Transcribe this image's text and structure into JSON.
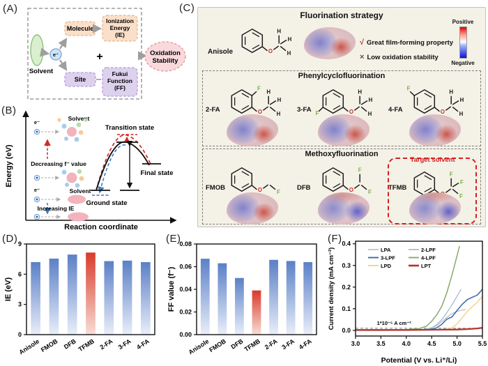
{
  "panels": {
    "A": {
      "label": "(A)",
      "solvent": "Solvent",
      "electron": "e⁻",
      "molecule": "Molecule",
      "ie_lines": [
        "Ionization",
        "Energy",
        "(IE)"
      ],
      "plus": "+",
      "site": "Site",
      "ff_lines": [
        "Fukui",
        "Function",
        "(FF)"
      ],
      "oxidation_lines": [
        "Oxidation",
        "Stability"
      ]
    },
    "B": {
      "label": "(B)",
      "ylabel": "Energy (eV)",
      "xlabel": "Reaction coordinate",
      "solvent_top": "Solvent",
      "solvent_bottom": "Solvent",
      "electron_top": "e⁻",
      "electron_bottom": "e⁻",
      "decreasing": "Decreasing f⁻ value",
      "increasing": "Increasing IE",
      "transition": "Transition state",
      "final": "Final state",
      "ground": "Ground state"
    },
    "C": {
      "label": "(C)",
      "title": "Fluorination strategy",
      "anisole_label": "Anisole",
      "check": "√",
      "pro": "Great film-forming property",
      "cross": "×",
      "con": "Low oxidation stability",
      "colorbar_top": "Positive",
      "colorbar_bottom": "Negative",
      "anisole_mol": {
        "ring_sub": null,
        "tail": [
          "H",
          "H",
          "H"
        ],
        "blob": "a"
      },
      "sections": [
        {
          "title": "Phenylcyclofluorination",
          "molecules": [
            {
              "label": "2-FA",
              "ring_sub": "ortho",
              "tail": [
                "H",
                "H",
                "H"
              ],
              "blob": "a"
            },
            {
              "label": "3-FA",
              "ring_sub": "meta",
              "tail": [
                "H",
                "H",
                "H"
              ],
              "blob": "a"
            },
            {
              "label": "4-FA",
              "ring_sub": "para",
              "tail": [
                "H",
                "H",
                "H"
              ],
              "blob": "a"
            }
          ]
        },
        {
          "title": "Methoxyfluorination",
          "target_label": "Target solvent",
          "molecules": [
            {
              "label": "FMOB",
              "ring_sub": null,
              "tail": [
                "",
                "",
                "F"
              ],
              "blob": "a"
            },
            {
              "label": "DFB",
              "ring_sub": null,
              "tail": [
                "F",
                "",
                "F"
              ],
              "blob": "b"
            },
            {
              "label": "TFMB",
              "ring_sub": null,
              "tail": [
                "F",
                "F",
                "F"
              ],
              "blob": "b",
              "target": true
            }
          ]
        }
      ]
    },
    "D": {
      "label": "(D)"
    },
    "E": {
      "label": "(E)"
    },
    "F": {
      "label": "(F)"
    }
  },
  "chart_data": [
    {
      "panel": "D",
      "type": "bar",
      "ylabel": "IE (eV)",
      "categories": [
        "Anisole",
        "FMOB",
        "DFB",
        "TFMB",
        "2-FA",
        "3-FA",
        "4-FA"
      ],
      "values": [
        7.2,
        7.55,
        7.95,
        8.15,
        7.3,
        7.35,
        7.2
      ],
      "ylim": [
        0,
        9
      ],
      "yticks": [
        0,
        3,
        6,
        9
      ],
      "ydecimals": 0,
      "highlight_index": 3,
      "bar_color_top": "#5b80c6",
      "bar_color_bottom": "#e9eefa",
      "highlight_color_top": "#d93a2b",
      "highlight_color_bottom": "#f8ddd5",
      "margin_left": 34
    },
    {
      "panel": "E",
      "type": "bar",
      "ylabel": "FF value (f⁻)",
      "categories": [
        "Anisole",
        "FMOB",
        "DFB",
        "TFMB",
        "2-FA",
        "3-FA",
        "4-FA"
      ],
      "values": [
        0.067,
        0.063,
        0.05,
        0.039,
        0.066,
        0.065,
        0.064
      ],
      "ylim": [
        0,
        0.08
      ],
      "yticks": [
        0,
        0.02,
        0.04,
        0.06,
        0.08
      ],
      "ydecimals": 2,
      "highlight_index": 3,
      "bar_color_top": "#5b80c6",
      "bar_color_bottom": "#e9eefa",
      "highlight_color_top": "#d93a2b",
      "highlight_color_bottom": "#f8ddd5",
      "margin_left": 44
    },
    {
      "panel": "F",
      "type": "line",
      "xlabel": "Potential (V vs. Li⁺/Li)",
      "ylabel": "Current density (mA cm⁻²)",
      "xlim": [
        3.0,
        5.5
      ],
      "xticks": [
        3.0,
        3.5,
        4.0,
        4.5,
        5.0,
        5.5
      ],
      "xdecimals": 1,
      "ylim": [
        -0.026,
        0.412
      ],
      "yticks": [
        0.0,
        0.1,
        0.2,
        0.3,
        0.4
      ],
      "ydecimals": 1,
      "threshold_y": 0.01,
      "threshold_label": "1*10⁻⁵ A cm⁻²",
      "legend_order": [
        "LPA",
        "2-LPF",
        "3-LPF",
        "4-LPF",
        "LPD",
        "LPT"
      ],
      "series": [
        {
          "name": "LPA",
          "color": "#c6beb8",
          "width": 1.3,
          "points": [
            [
              3.0,
              0.002
            ],
            [
              3.5,
              0.002
            ],
            [
              4.0,
              0.003
            ],
            [
              4.3,
              0.004
            ],
            [
              4.45,
              0.008
            ],
            [
              4.6,
              0.022
            ],
            [
              4.7,
              0.04
            ],
            [
              4.8,
              0.06
            ],
            [
              4.9,
              0.077
            ],
            [
              5.0,
              0.088
            ],
            [
              5.1,
              0.094
            ],
            [
              5.17,
              0.097
            ]
          ]
        },
        {
          "name": "2-LPF",
          "color": "#9dbbdd",
          "width": 1.3,
          "points": [
            [
              3.0,
              0.001
            ],
            [
              3.5,
              0.001
            ],
            [
              4.0,
              0.002
            ],
            [
              4.35,
              0.004
            ],
            [
              4.5,
              0.012
            ],
            [
              4.6,
              0.027
            ],
            [
              4.7,
              0.05
            ],
            [
              4.8,
              0.082
            ],
            [
              4.9,
              0.118
            ],
            [
              5.0,
              0.158
            ],
            [
              5.08,
              0.19
            ]
          ]
        },
        {
          "name": "3-LPF",
          "color": "#3a68a8",
          "width": 1.5,
          "points": [
            [
              3.0,
              0.0
            ],
            [
              3.5,
              0.0
            ],
            [
              4.0,
              0.001
            ],
            [
              4.45,
              0.004
            ],
            [
              4.6,
              0.012
            ],
            [
              4.7,
              0.028
            ],
            [
              4.8,
              0.052
            ],
            [
              4.9,
              0.062
            ],
            [
              5.0,
              0.092
            ],
            [
              5.1,
              0.12
            ],
            [
              5.2,
              0.142
            ],
            [
              5.3,
              0.153
            ],
            [
              5.4,
              0.163
            ],
            [
              5.5,
              0.19
            ]
          ]
        },
        {
          "name": "4-LPF",
          "color": "#86ab68",
          "width": 1.5,
          "points": [
            [
              3.0,
              0.002
            ],
            [
              3.5,
              0.003
            ],
            [
              4.0,
              0.004
            ],
            [
              4.25,
              0.008
            ],
            [
              4.4,
              0.02
            ],
            [
              4.5,
              0.042
            ],
            [
              4.6,
              0.072
            ],
            [
              4.7,
              0.112
            ],
            [
              4.8,
              0.175
            ],
            [
              4.9,
              0.255
            ],
            [
              5.0,
              0.345
            ],
            [
              5.05,
              0.39
            ]
          ]
        },
        {
          "name": "LPD",
          "color": "#f3d089",
          "width": 1.4,
          "points": [
            [
              3.0,
              0.0
            ],
            [
              3.5,
              0.0
            ],
            [
              4.0,
              0.0
            ],
            [
              4.6,
              0.002
            ],
            [
              4.8,
              0.006
            ],
            [
              4.9,
              0.012
            ],
            [
              5.0,
              0.03
            ],
            [
              5.1,
              0.058
            ],
            [
              5.2,
              0.088
            ],
            [
              5.3,
              0.11
            ],
            [
              5.4,
              0.13
            ],
            [
              5.5,
              0.158
            ]
          ]
        },
        {
          "name": "LPT",
          "color": "#b63533",
          "width": 2.3,
          "points": [
            [
              3.0,
              0.002
            ],
            [
              3.5,
              0.002
            ],
            [
              4.0,
              0.002
            ],
            [
              4.5,
              0.003
            ],
            [
              5.0,
              0.004
            ],
            [
              5.2,
              0.006
            ],
            [
              5.4,
              0.009
            ],
            [
              5.5,
              0.012
            ]
          ]
        }
      ]
    }
  ]
}
